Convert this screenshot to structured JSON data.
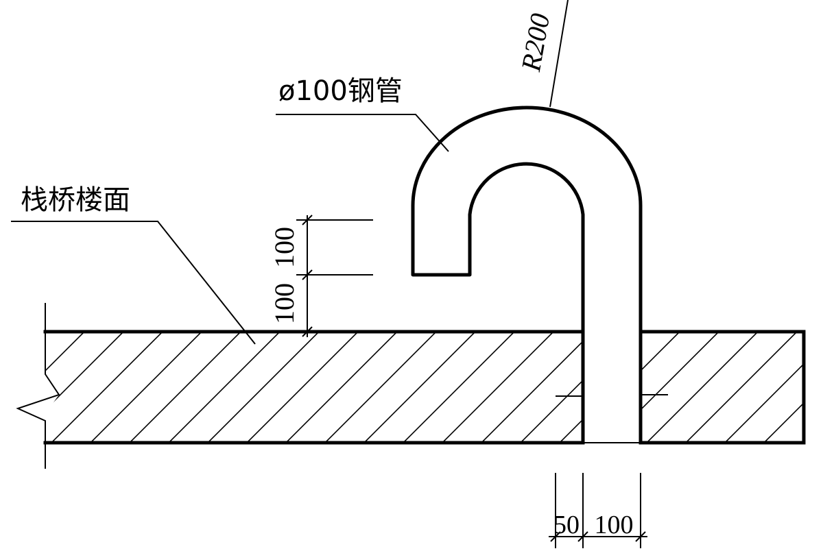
{
  "labels": {
    "deck_surface": "栈桥楼面",
    "pipe": "ø100钢管",
    "radius": "R200"
  },
  "dimensions": {
    "vertical": [
      "100",
      "100"
    ],
    "horizontal": [
      "50",
      "100"
    ]
  }
}
